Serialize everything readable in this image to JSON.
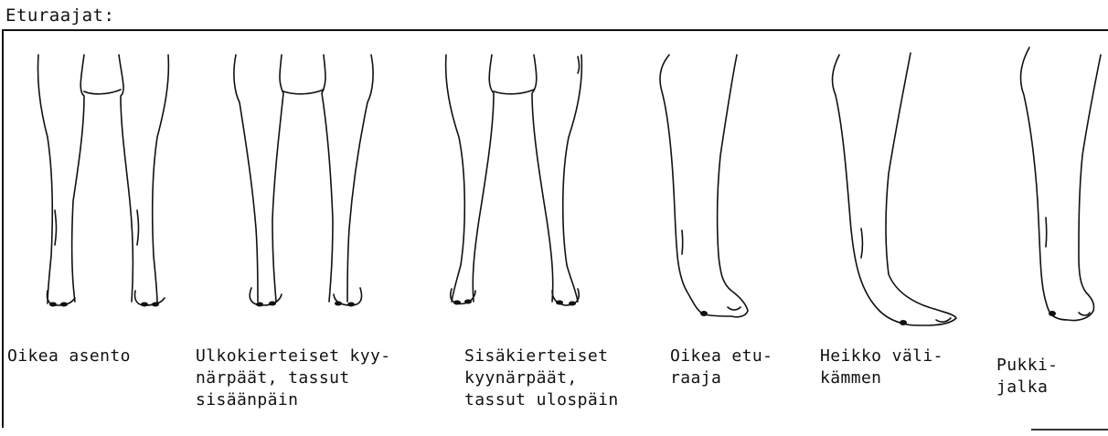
{
  "title": "Eturaajat:",
  "panels": [
    {
      "id": "normal",
      "label": "Oikea asento"
    },
    {
      "id": "elbows-out",
      "label": "Ulkokierteiset kyy-\nnärpäät, tassut\nsisäänpäin"
    },
    {
      "id": "elbows-in",
      "label": "Sisäkierteiset\nkyynärpäät,\ntassut ulospäin"
    },
    {
      "id": "side-normal",
      "label": "Oikea etu-\nraaja"
    },
    {
      "id": "side-weak",
      "label": "Heikko väli-\nkämmen"
    },
    {
      "id": "side-knuckle",
      "label": "Pukki-\njalka"
    }
  ]
}
